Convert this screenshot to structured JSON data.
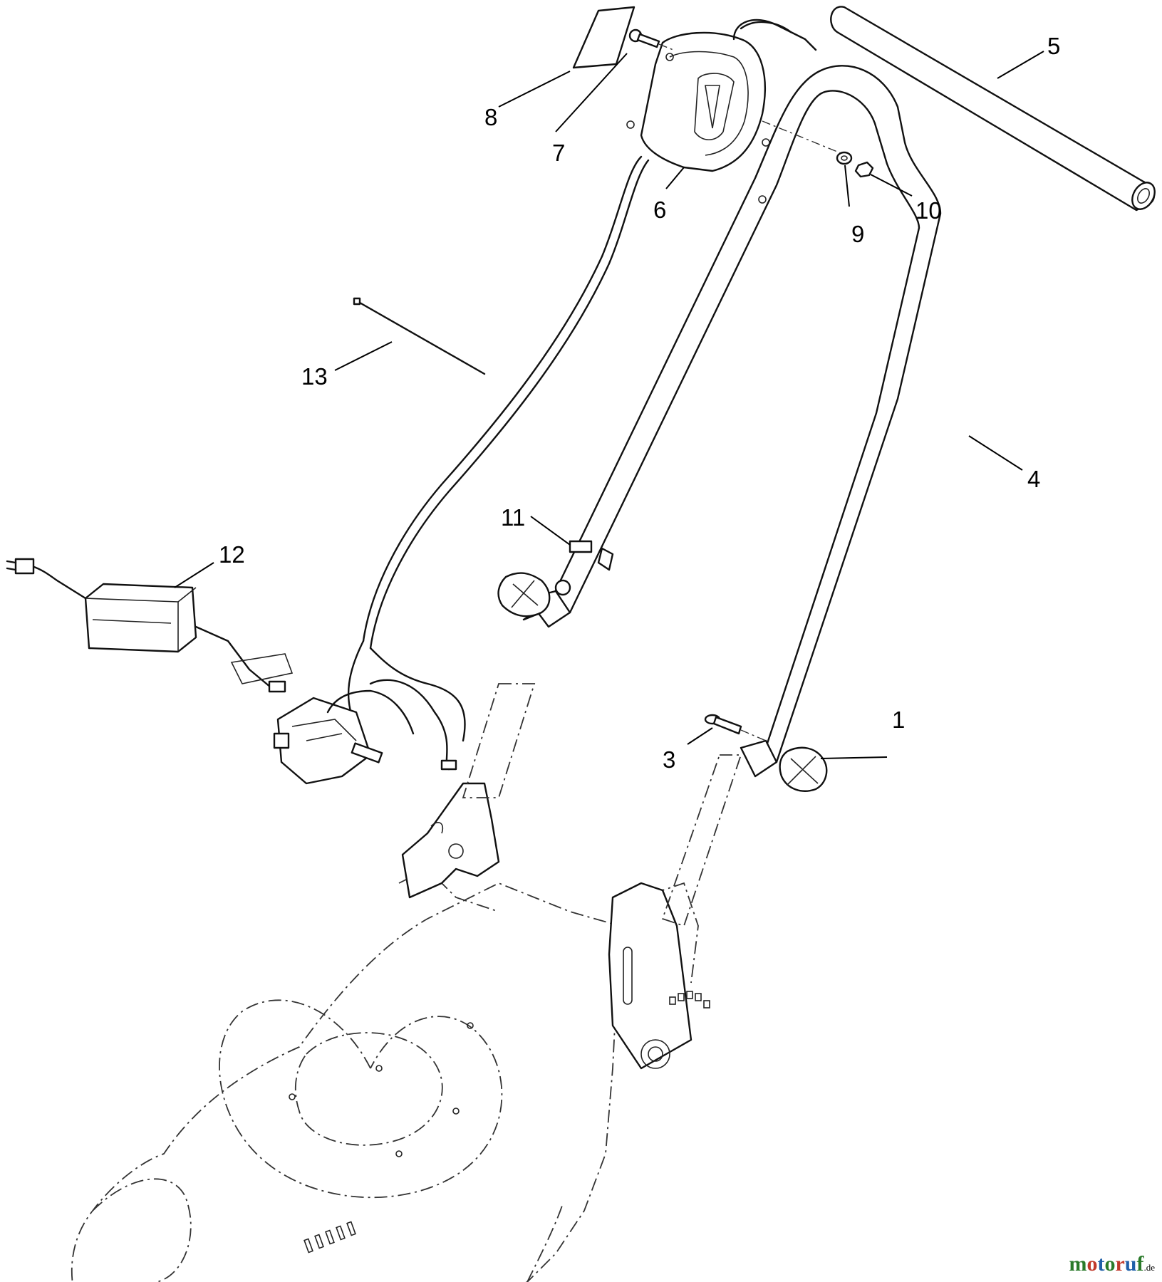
{
  "callouts": {
    "c1": "1",
    "c3": "3",
    "c4": "4",
    "c5": "5",
    "c6": "6",
    "c7": "7",
    "c8": "8",
    "c9": "9",
    "c10": "10",
    "c11": "11",
    "c12": "12",
    "c13": "13"
  },
  "watermark": {
    "name": "motoruf",
    "suffix": ".de",
    "colors": [
      "#2a7a2a",
      "#c0392b",
      "#1f5fa8"
    ]
  }
}
